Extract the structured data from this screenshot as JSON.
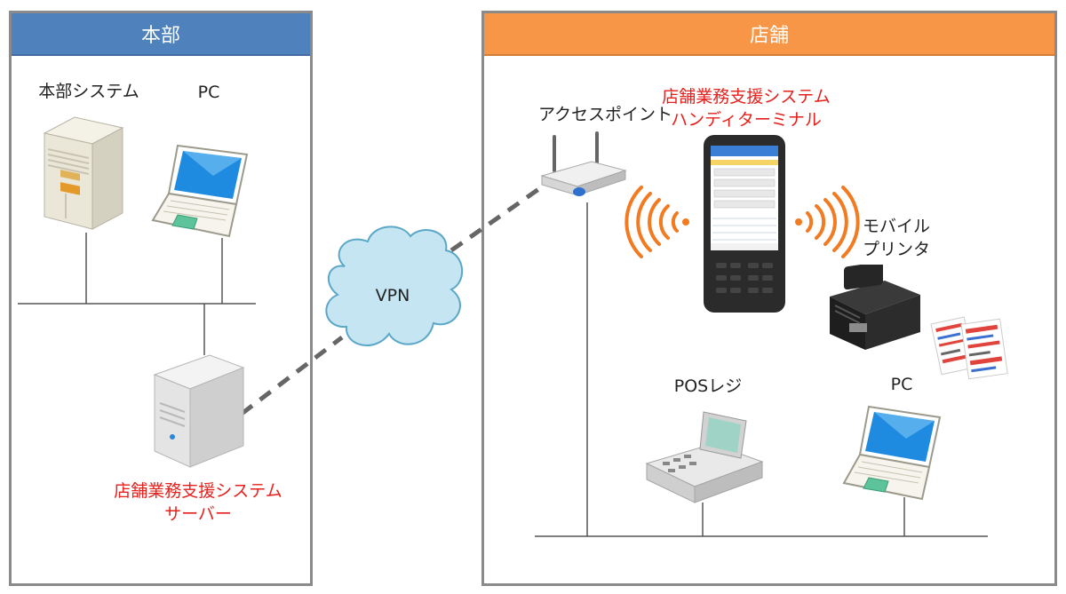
{
  "headquarters": {
    "header": "本部",
    "header_color": "#4f81bd",
    "hq_system_label": "本部システム",
    "pc_label": "PC",
    "server_label_line1": "店舗業務支援システム",
    "server_label_line2": "サーバー"
  },
  "vpn": {
    "label": "VPN",
    "cloud_color": "#c6e5f2",
    "cloud_stroke": "#5ba7c7"
  },
  "store": {
    "header": "店舗",
    "header_color": "#f79646",
    "access_point_label": "アクセスポイント",
    "handy_label_line1": "店舗業務支援システム",
    "handy_label_line2": "ハンディターミナル",
    "printer_label_line1": "モバイル",
    "printer_label_line2": "プリンタ",
    "pos_label": "POSレジ",
    "pc_label": "PC",
    "wireless_color": "#f27b21"
  },
  "colors": {
    "red_text": "#e6201c",
    "dashed_link": "#666666",
    "line": "#555555"
  }
}
